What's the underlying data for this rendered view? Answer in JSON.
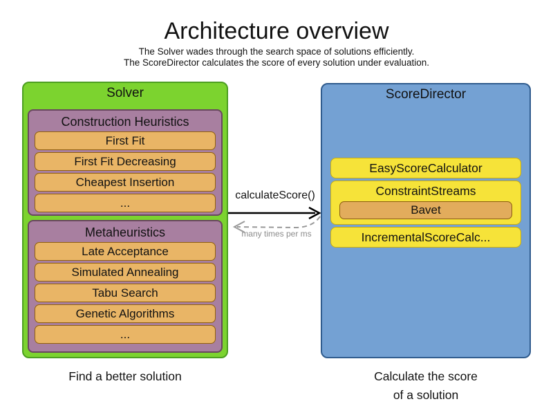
{
  "header": {
    "title": "Architecture overview",
    "subtitle1": "The Solver wades through the search space of solutions efficiently.",
    "subtitle2": "The ScoreDirector calculates the score of every solution under evaluation."
  },
  "solver": {
    "label": "Solver",
    "caption": "Find a better solution",
    "groups": [
      {
        "label": "Construction Heuristics",
        "items": [
          "First Fit",
          "First Fit Decreasing",
          "Cheapest Insertion",
          "..."
        ]
      },
      {
        "label": "Metaheuristics",
        "items": [
          "Late Acceptance",
          "Simulated Annealing",
          "Tabu Search",
          "Genetic Algorithms",
          "..."
        ]
      }
    ]
  },
  "scoreDirector": {
    "label": "ScoreDirector",
    "captionLine1": "Calculate the score",
    "captionLine2": "of a solution",
    "calculators": [
      "EasyScoreCalculator",
      "ConstraintStreams",
      "IncrementalScoreCalc..."
    ],
    "constraintStreamsImpl": "Bavet"
  },
  "arrows": {
    "callLabel": "calculateScore()",
    "frequencyLabel": "many times per ms"
  },
  "colors": {
    "solver_bg": "#7CD32F",
    "solver_border": "#4C9E21",
    "group_bg": "#A87FA0",
    "group_border": "#69465F",
    "item_bg": "#E9B566",
    "item_border": "#91600B",
    "score_director_bg": "#74A1D3",
    "score_director_border": "#2F5B8D",
    "calculator_bg": "#F6E339",
    "impl_bg": "#E2AC5C",
    "dashed_arrow": "#999999"
  }
}
